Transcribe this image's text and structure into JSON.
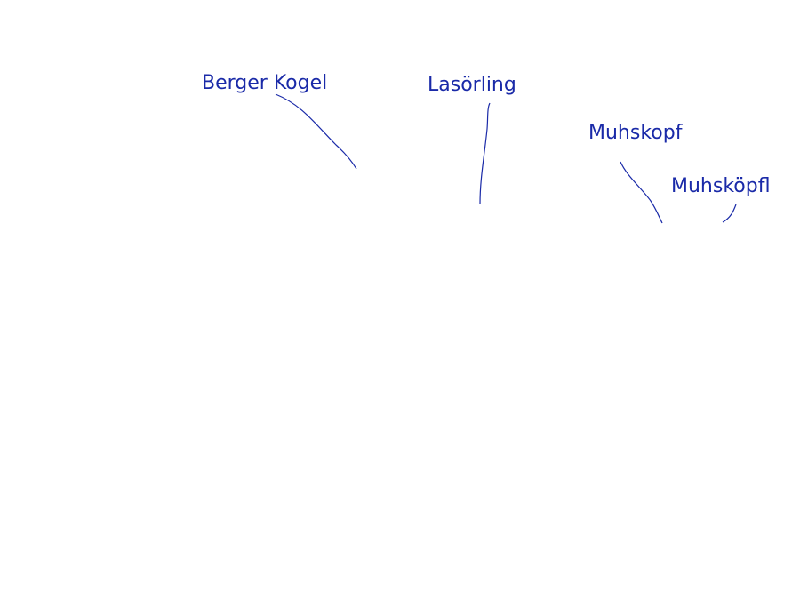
{
  "label_color": "#1a2aa8",
  "peaks": [
    {
      "name": "Berger Kogel"
    },
    {
      "name": "Lasörling"
    },
    {
      "name": "Muhskopf"
    },
    {
      "name": "Muhsköpfl"
    }
  ]
}
